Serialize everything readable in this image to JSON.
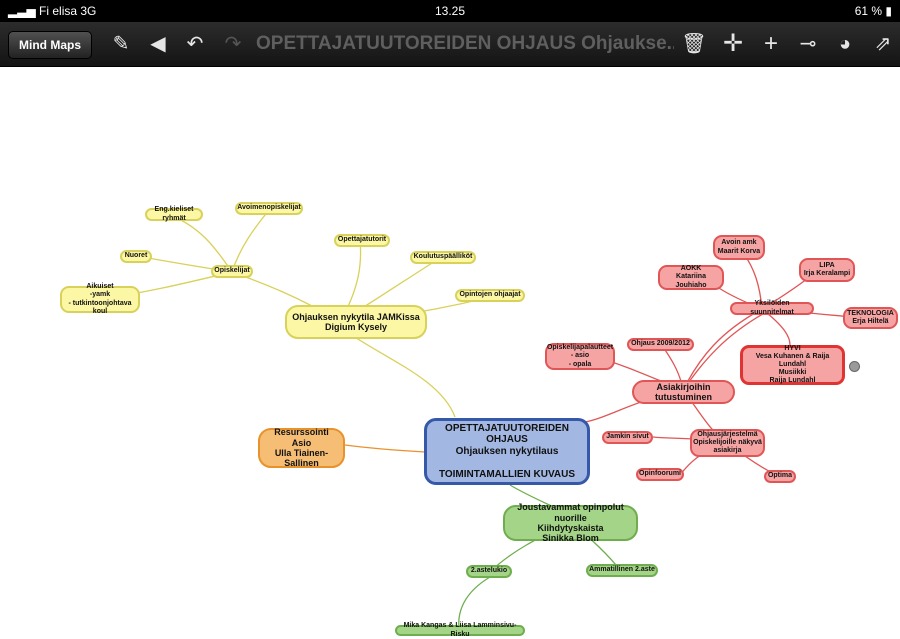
{
  "statusbar": {
    "carrier": "Fi elisa 3G",
    "time": "13.25",
    "battery": "61 %"
  },
  "toolbar": {
    "mindmaps_label": "Mind Maps",
    "title": "OPETTAJATUUTOREIDEN OHJAUS Ohjaukse...",
    "icons": [
      "edit-icon",
      "back-icon",
      "undo-icon",
      "redo-icon",
      "trash-icon",
      "add-sibling-icon",
      "add-child-icon",
      "link-icon",
      "palette-icon",
      "share-icon"
    ]
  },
  "colors": {
    "yellow": "#fbf7a5",
    "red": "#f5a3a3",
    "green": "#a4d488",
    "orange": "#f6bd74",
    "blue": "#a2b7e2"
  },
  "nodes": {
    "central": "OPETTAJATUUTOREIDEN OHJAUS\nOhjauksen nykytilaus\n\nTOIMINTAMALLIEN KUVAUS",
    "nykytila": "Ohjauksen nykytila JAMKissa\nDigium Kysely",
    "opiskelijat": "Opiskelijat",
    "eng": "Eng.kieliset  ryhmät",
    "avoimeno": "Avoimenopiskelijat",
    "nuoret": "Nuoret",
    "aikuiset": "Aikuiset\n-yamk\n- tutkintoonjohtava koul",
    "opettajatutorit": "Opettajatutorit",
    "koulutuspaalliko": "Koulutuspäälliköt",
    "opintojen": "Opintojen ohjaajat",
    "resurssointi": "Resurssointi\nAsio\nUlla Tiainen- Sallinen",
    "joustavammat": "Joustavammat opinpolut nuorille\nKiihdytyskaista\nSinikka Blom",
    "astelukio": "2.astelukio",
    "ammatillinen": "Ammatillinen 2.aste",
    "mika": "Mika Kangas & Liisa Lamminsivu-Risku",
    "asiakirjoihin": "Asiakirjoihin tutustuminen",
    "opiskelijapalautteet": "Opiskelijapalautteet\n- asio\n- opala",
    "ohjaus2009": "Ohjaus 2009/2012",
    "ohjausjarjestelma": "Ohjausjärjestelmä\nOpiskelijoille näkyvä\nasiakirja",
    "jamkin": "Jamkin sivut",
    "opinfoorumi": "Opinfoorumi",
    "optima": "Optima",
    "yksiloiden": "Yksilöiden suunnitelmat",
    "avoinamk": "Avoin amk\nMaarit Korva",
    "aokk": "AOKK\nKatariina Jouhiaho",
    "lipa": "LIPA\nIrja Keralampi",
    "teknologia": "TEKNOLOGIA\nErja Hiltelä",
    "hyvi": "HYVI\nVesa Kuhanen & Raija Lundahl\nMusiikki\nRaija Lundahl"
  }
}
